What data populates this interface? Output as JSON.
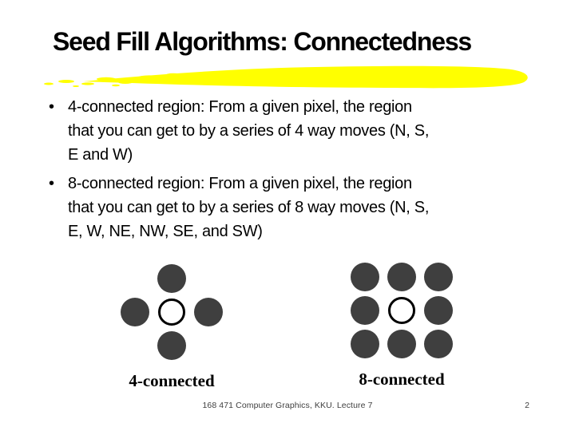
{
  "slide": {
    "title": "Seed Fill Algorithms: Connectedness",
    "bullets": [
      "4-connected region: From a given pixel, the region\nthat you can get to by a series of 4 way moves (N, S,\nE and W)",
      "8-connected region: From a given pixel, the region\nthat you can get to by a series of 8 way moves (N, S,\nE, W, NE, NW, SE, and SW)"
    ],
    "diagrams": [
      {
        "label": "4-connected",
        "pattern": "plus",
        "cells": [
          [
            0,
            1,
            0
          ],
          [
            1,
            2,
            1
          ],
          [
            0,
            1,
            0
          ]
        ]
      },
      {
        "label": "8-connected",
        "pattern": "3x3-grid",
        "cells": [
          [
            1,
            1,
            1
          ],
          [
            1,
            2,
            1
          ],
          [
            1,
            1,
            1
          ]
        ]
      }
    ],
    "footer": {
      "course": "168 471 Computer Graphics, KKU. Lecture 7",
      "page_number": "2"
    },
    "colors": {
      "highlight": "#FFFF00",
      "pixel_fill": "#3F3F3F",
      "seed_fill": "#FFFFFF",
      "seed_outline": "#000000",
      "background": "#FFFFFF",
      "text": "#000000",
      "footer_text": "#404040"
    }
  }
}
